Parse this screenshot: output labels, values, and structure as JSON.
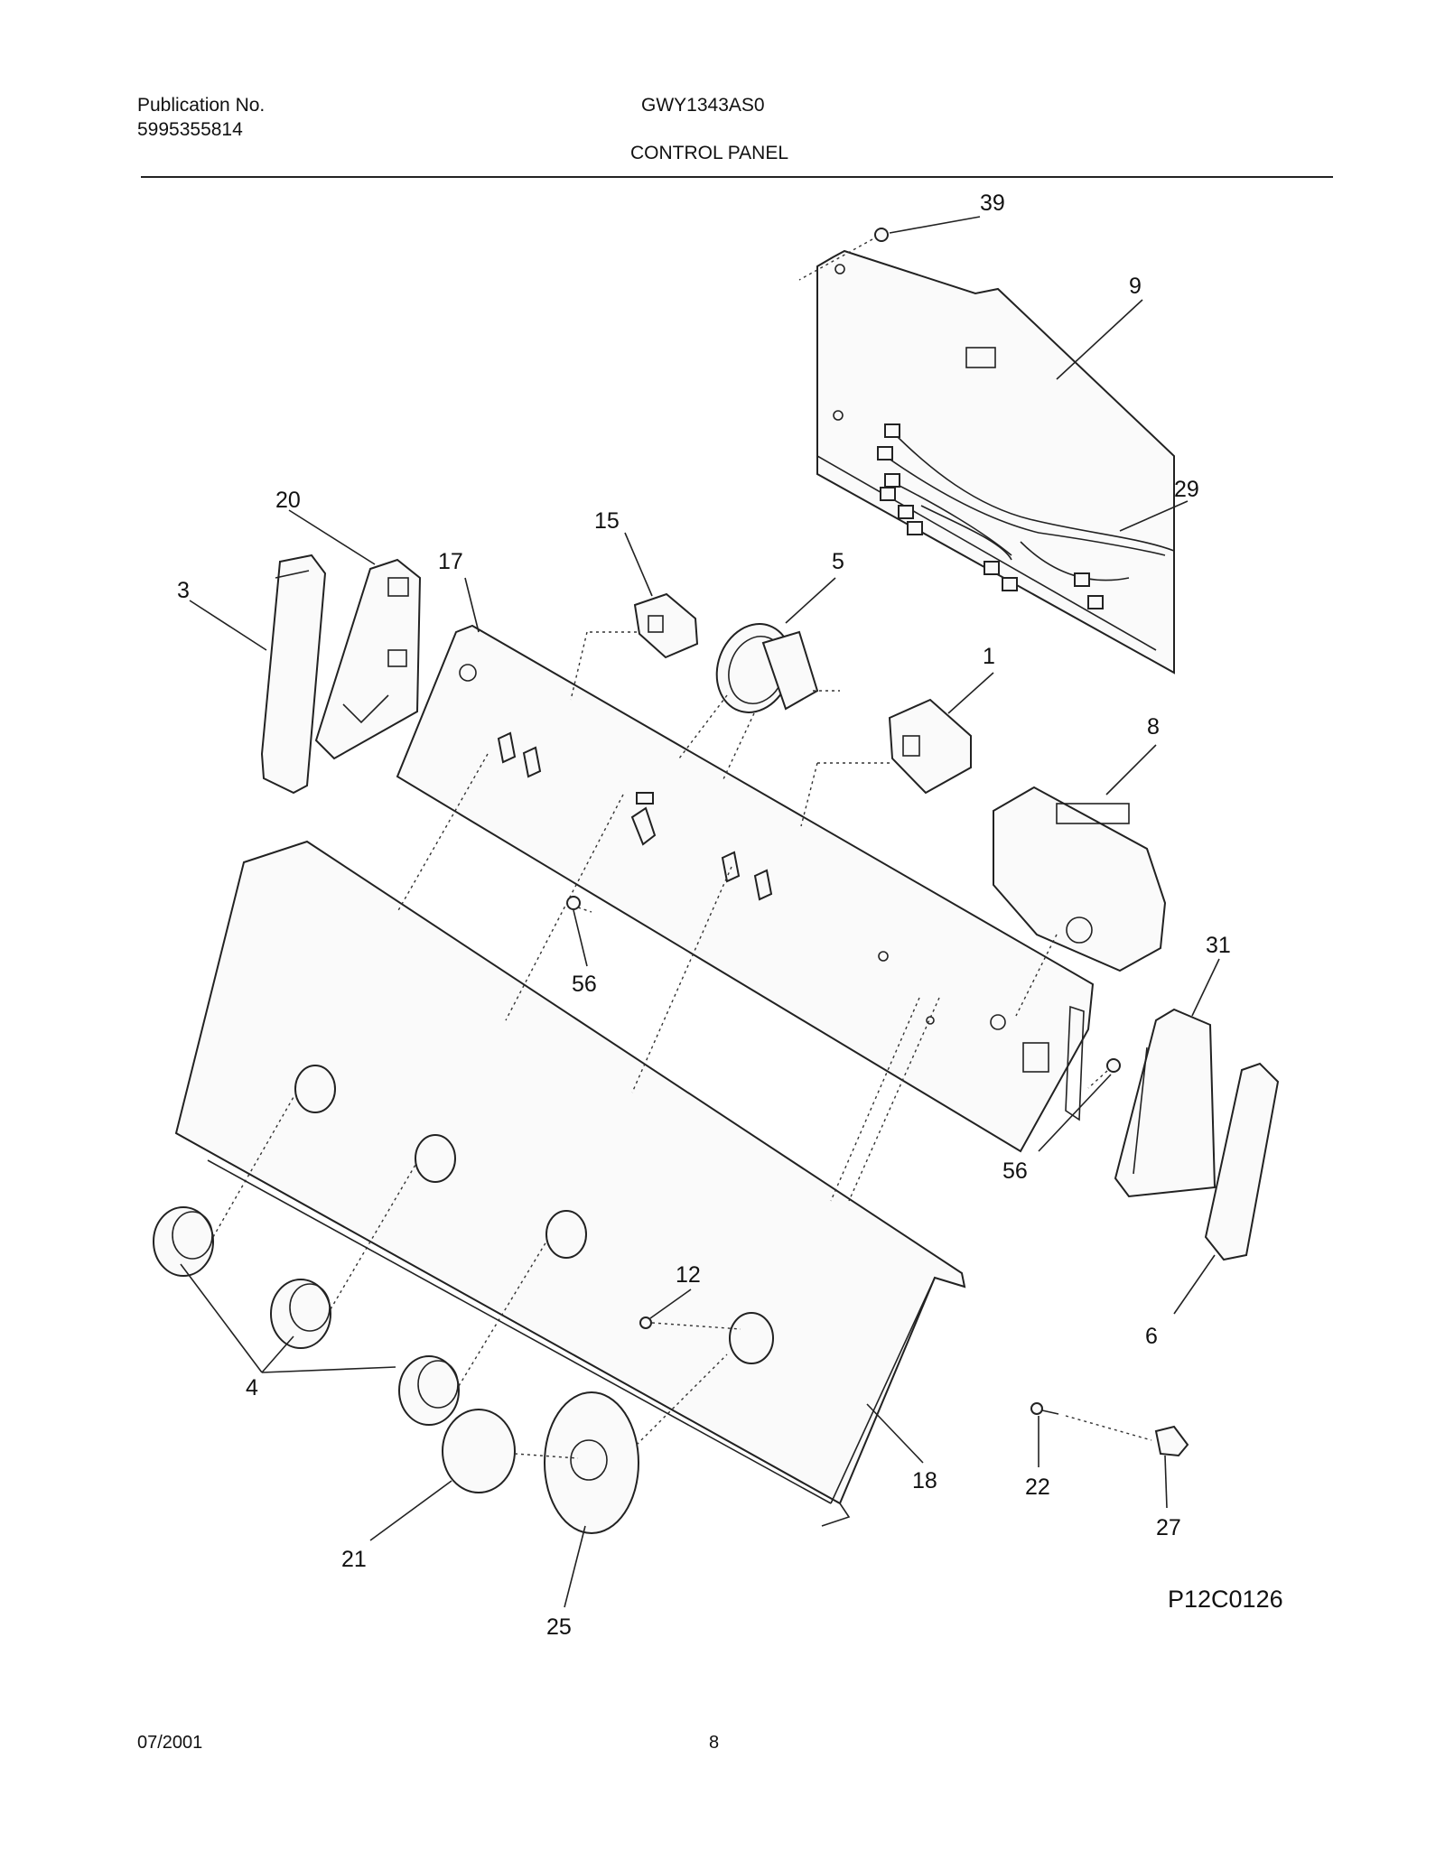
{
  "header": {
    "publication_label": "Publication No.",
    "publication_number": "5995355814",
    "model": "GWY1343AS0",
    "section": "CONTROL PANEL"
  },
  "footer": {
    "date": "07/2001",
    "page": "8"
  },
  "diagram": {
    "code": "P12C0126",
    "callouts": [
      "39",
      "9",
      "29",
      "20",
      "3",
      "17",
      "15",
      "5",
      "1",
      "8",
      "56",
      "56",
      "31",
      "12",
      "4",
      "6",
      "22",
      "27",
      "18",
      "21",
      "25"
    ]
  }
}
